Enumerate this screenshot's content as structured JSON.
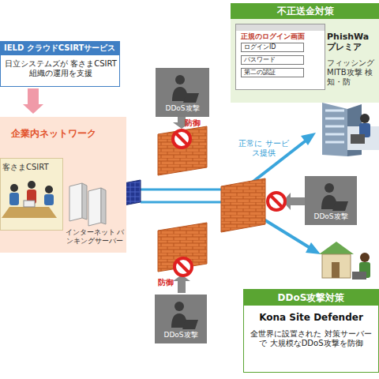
{
  "diagram": {
    "nodes": [
      {
        "text": [
          "IELD クラウドCSIRTサービス",
          "日立システムズが 客さまCSIRT組織の運用を支援"
        ]
      },
      {
        "text": [
          "企業内ネットワーク"
        ]
      },
      {
        "text": [
          "客さまCSIRT"
        ],
        "in": 1
      },
      {
        "text": [
          "インターネット バンキングサーバー"
        ],
        "in": 1
      },
      {
        "text": [
          "不正送金対策",
          "PhishWa プレミア",
          "フィッシング MITB攻撃 検知・防"
        ]
      },
      {
        "text": [
          "正規のログイン画面"
        ],
        "in": 4
      },
      {
        "text": [
          "ログインID"
        ],
        "in": 5
      },
      {
        "text": [
          "パスワード"
        ],
        "in": 5
      },
      {
        "text": [
          "第二の認証"
        ],
        "in": 5
      },
      {
        "text": [
          "DDoS攻撃"
        ]
      },
      {
        "text": [
          "DDoS攻撃"
        ]
      },
      {
        "text": [
          "DDoS攻撃"
        ]
      },
      {
        "text": [
          "DDoS攻撃対策",
          "Kona Site Defender",
          "全世界に設置された 対策サーバーで 大規模なDDoS攻撃を防御"
        ]
      }
    ],
    "edges": [
      {
        "from": 0,
        "to": 1,
        "arrow": "to"
      }
    ],
    "labels": [
      "防御",
      "正常に サービス提供",
      "防御"
    ]
  }
}
